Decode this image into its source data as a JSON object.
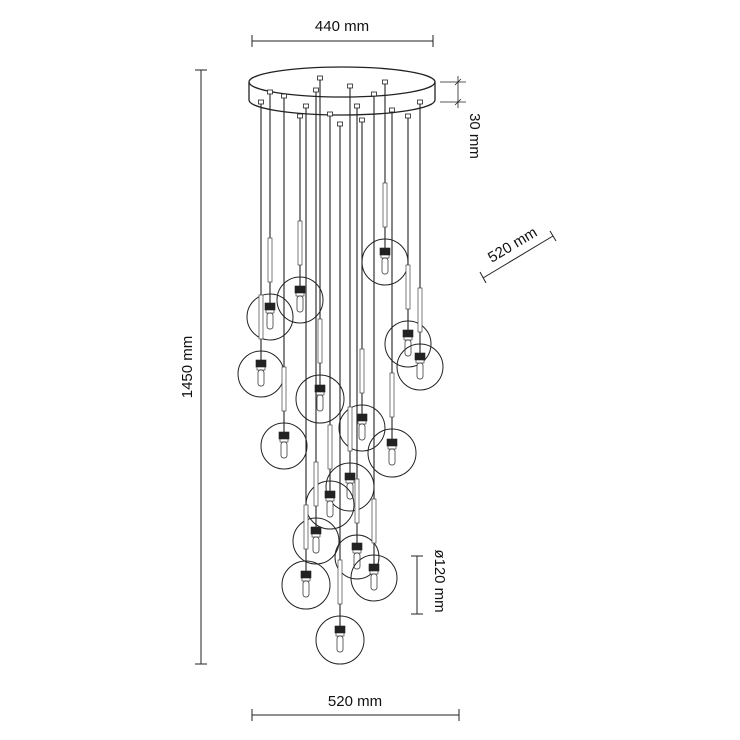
{
  "dimensions": {
    "canopy_width": "440 mm",
    "canopy_height": "30 mm",
    "total_height": "1450 mm",
    "depth": "520 mm",
    "globe_diameter": "ø120 mm",
    "total_width": "520 mm"
  },
  "colors": {
    "line": "#222222",
    "background": "#ffffff"
  }
}
